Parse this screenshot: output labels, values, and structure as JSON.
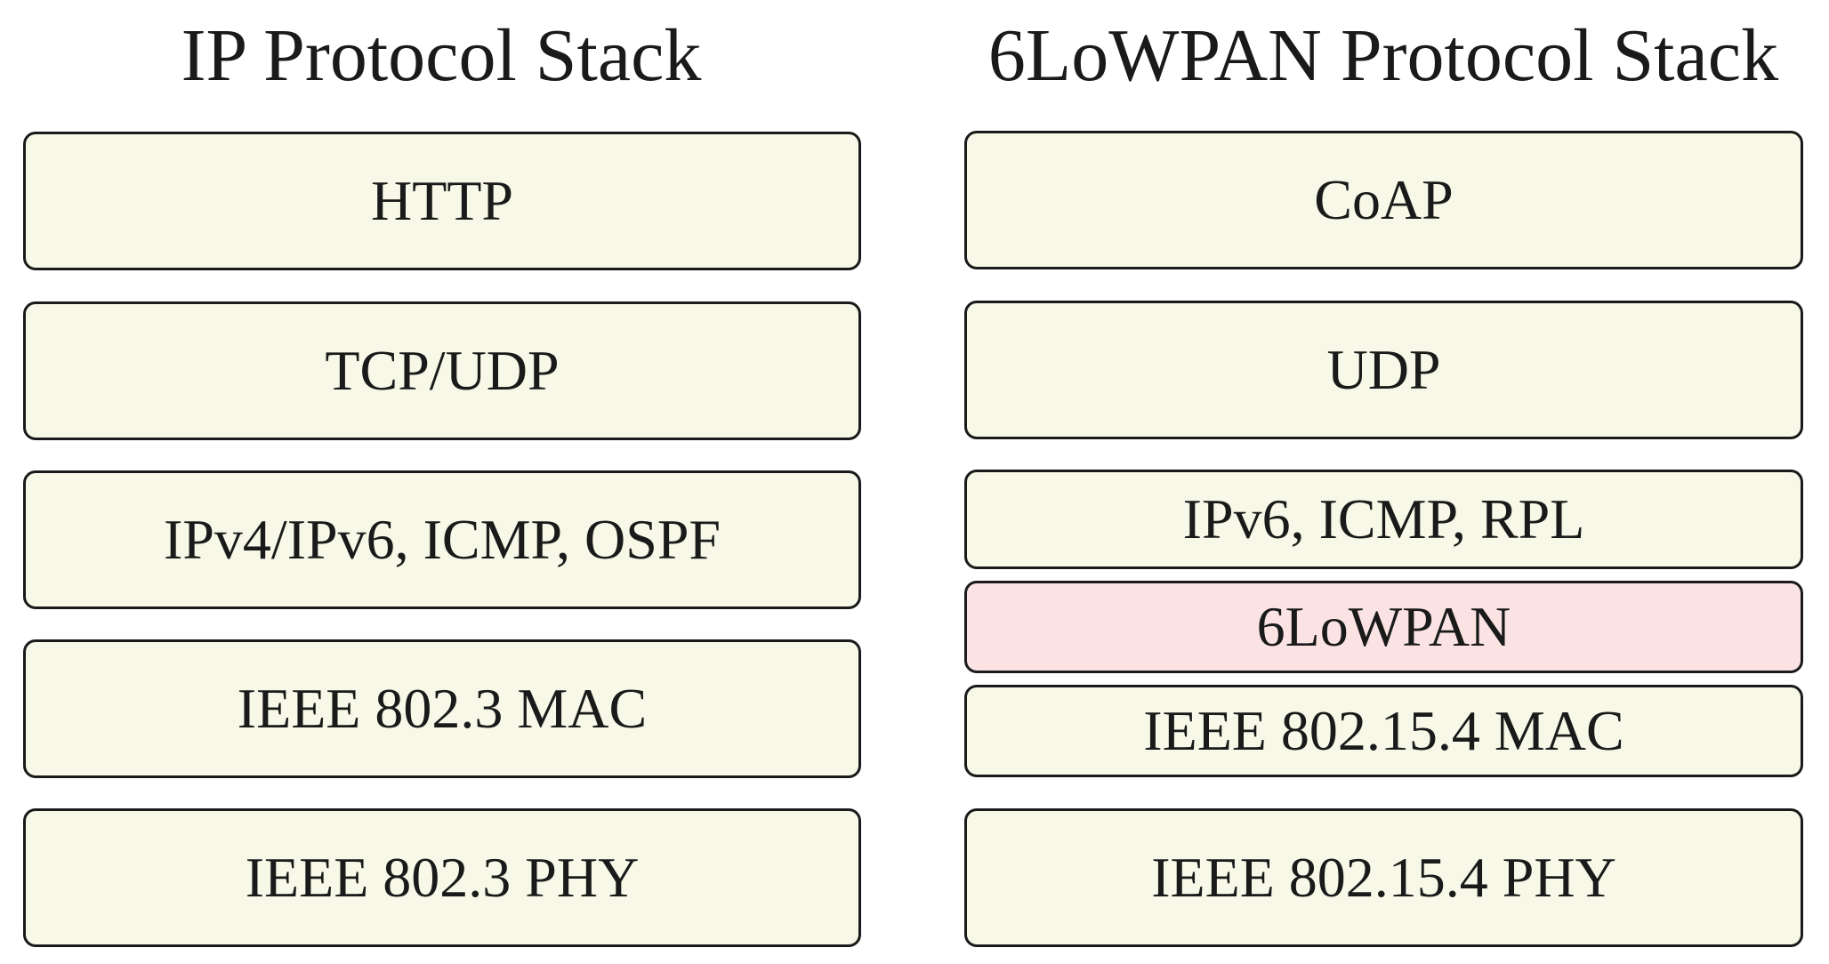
{
  "left_stack": {
    "title": "IP Protocol Stack",
    "layers": [
      "HTTP",
      "TCP/UDP",
      "IPv4/IPv6, ICMP, OSPF",
      "IEEE 802.3 MAC",
      "IEEE 802.3 PHY"
    ]
  },
  "right_stack": {
    "title": "6LoWPAN Protocol Stack",
    "layers": [
      "CoAP",
      "UDP",
      "IPv6, ICMP, RPL",
      "6LoWPAN",
      "IEEE 802.15.4 MAC",
      "IEEE 802.15.4 PHY"
    ]
  },
  "colors": {
    "layer_fill": "#f7f8e7",
    "highlight_fill": "#fbe3e3",
    "border": "#1a1a1a"
  }
}
